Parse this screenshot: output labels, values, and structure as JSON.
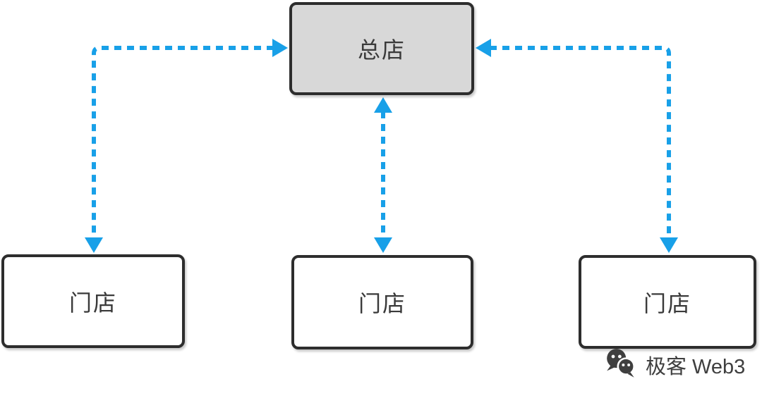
{
  "diagram": {
    "nodes": {
      "hq": {
        "label": "总店",
        "fill": "#d8d8d8"
      },
      "store_left": {
        "label": "门店",
        "fill": "#ffffff"
      },
      "store_middle": {
        "label": "门店",
        "fill": "#ffffff"
      },
      "store_right": {
        "label": "门店",
        "fill": "#ffffff"
      }
    },
    "edges": [
      {
        "from": "store_left",
        "to": "hq",
        "style": "dashed",
        "bidirectional": true
      },
      {
        "from": "store_middle",
        "to": "hq",
        "style": "dashed",
        "bidirectional": true
      },
      {
        "from": "store_right",
        "to": "hq",
        "style": "dashed",
        "bidirectional": true
      }
    ]
  },
  "watermark": {
    "text": "极客 Web3",
    "icon": "wechat-icon"
  },
  "colors": {
    "arrow": "#18a0e8",
    "border": "#2d2d2d",
    "hq_fill": "#d8d8d8",
    "store_fill": "#ffffff",
    "text": "#3a3a3a",
    "watermark": "#3f3f3f",
    "background": "#ffffff"
  }
}
